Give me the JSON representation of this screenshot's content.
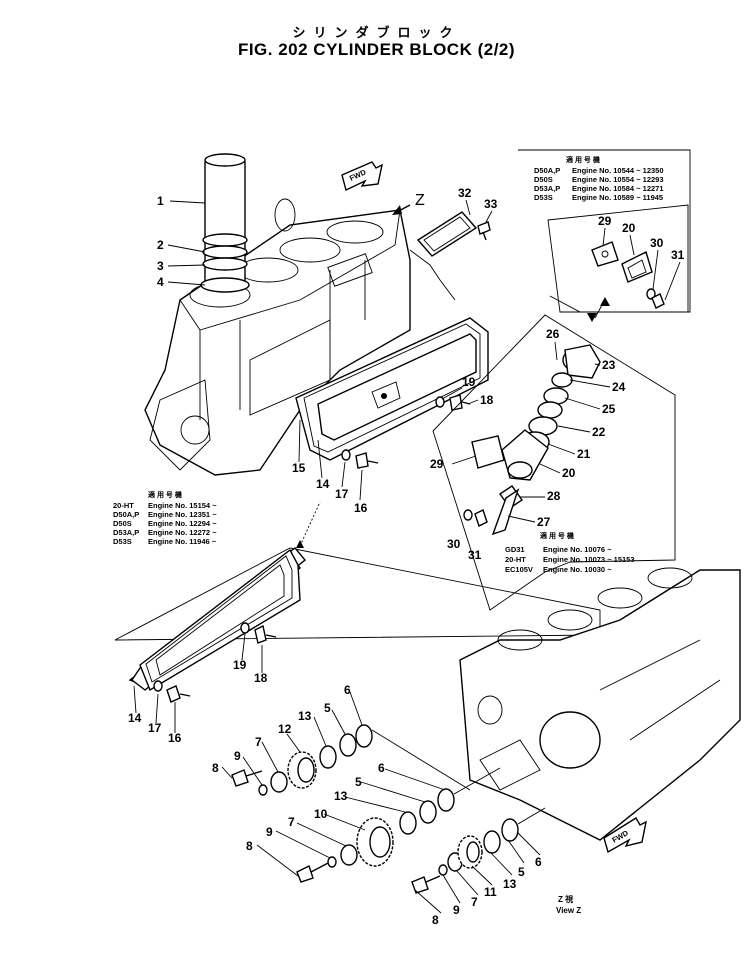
{
  "title": {
    "japanese": "シリンダブロック",
    "english": "FIG. 202  CYLINDER BLOCK (2/2)"
  },
  "labels": {
    "fwd": "FWD",
    "z_marker": "Z",
    "view_jp": "Z  視",
    "view_en": "View  Z"
  },
  "applicability_tables": [
    {
      "header": "適 用 号 機",
      "rows": [
        [
          "D50A,P",
          "Engine No. 10544 ~ 12350"
        ],
        [
          "D50S",
          "Engine No. 10554 ~ 12293"
        ],
        [
          "D53A,P",
          "Engine No. 10584 ~ 12271"
        ],
        [
          "D53S",
          "Engine No. 10589 ~ 11945"
        ]
      ]
    },
    {
      "header": "適 用 号 機",
      "rows": [
        [
          "20-HT",
          "Engine No. 15154 ~"
        ],
        [
          "D50A,P",
          "Engine No. 12351 ~"
        ],
        [
          "D50S",
          "Engine No. 12294 ~"
        ],
        [
          "D53A,P",
          "Engine No. 12272 ~"
        ],
        [
          "D53S",
          "Engine No. 11946 ~"
        ]
      ]
    },
    {
      "header": "適 用 号 機",
      "rows": [
        [
          "GD31",
          "Engine No. 10076 ~"
        ],
        [
          "20-HT",
          "Engine No. 10073 ~ 15153"
        ],
        [
          "EC105V",
          "Engine No. 10030 ~"
        ]
      ]
    }
  ],
  "callouts": [
    "1",
    "2",
    "3",
    "4",
    "32",
    "33",
    "29",
    "20",
    "30",
    "31",
    "26",
    "23",
    "24",
    "25",
    "22",
    "21",
    "19",
    "18",
    "15",
    "14",
    "17",
    "16",
    "28",
    "27",
    "12",
    "13",
    "5",
    "6",
    "8",
    "9",
    "7",
    "10",
    "11"
  ]
}
